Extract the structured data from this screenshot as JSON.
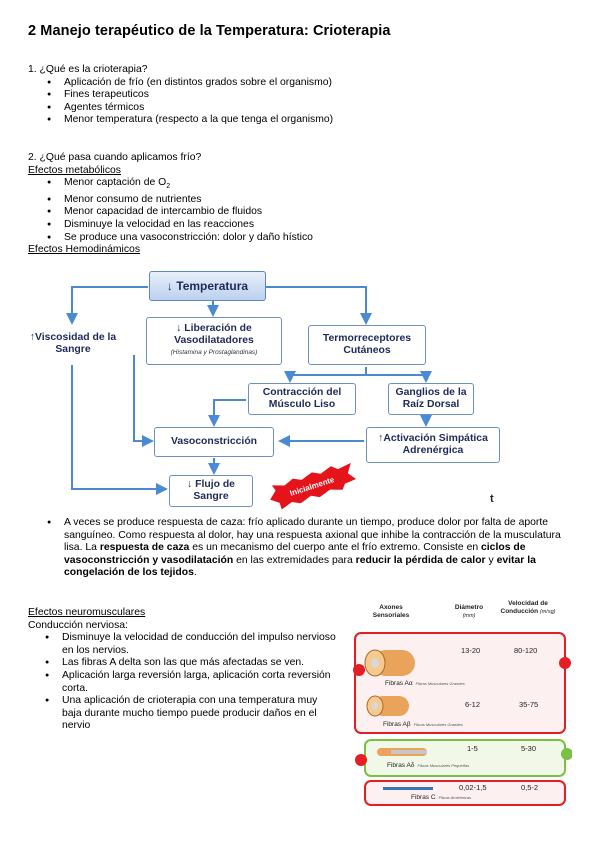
{
  "title": "2 Manejo terapéutico de la Temperatura: Crioterapia",
  "q1": {
    "question": "1. ¿Qué es la crioterapia?",
    "bullets": [
      "Aplicación de frío (en distintos grados sobre el organismo)",
      "Fines terapeuticos",
      "Agentes térmicos",
      "Menor temperatura (respecto a la que tenga el organismo)"
    ]
  },
  "q2": {
    "question": "2. ¿Qué pasa cuando aplicamos frío?",
    "metab_heading": "Efectos metabólicos",
    "metab_o2_prefix": "Menor captación de O",
    "metab_o2_sub": "2",
    "metab_bullets": [
      "Menor consumo de nutrientes",
      "Menor capacidad de intercambio de fluidos",
      "Disminuye la velocidad en las reacciones",
      "Se produce una vasoconstricción: dolor y daño hístico"
    ],
    "hemo_heading": "Efectos Hemodinámicos"
  },
  "diagram": {
    "temperatura": "↓ Temperatura",
    "viscosidad": "↑Viscosidad de la Sangre",
    "liberacion": "↓ Liberación de Vasodilatadores",
    "liberacion_sub": "(Histamina y Prostaglandinas)",
    "termorreceptores": "Termorreceptores Cutáneos",
    "contraccion": "Contracción del Músculo Liso",
    "ganglios": "Ganglios de la Raíz Dorsal",
    "vasoconstriccion": "Vasoconstricción",
    "activacion": "↑Activación Simpática Adrenérgica",
    "flujo": "↓ Flujo de Sangre",
    "stamp": "Inicialmente",
    "mark": "t"
  },
  "margin_fragment": "micos",
  "caza": {
    "text1": "A veces se produce respuesta de caza: frío aplicado durante un tiempo, produce dolor por falta de aporte sanguíneo. Como respuesta al dolor, hay una respuesta axional que inhibe la contracción de la musculatura lisa. La ",
    "bold1": "respuesta de caza",
    "text2": " es un mecanismo del cuerpo ante el frío extremo. Consiste en ",
    "bold2": "ciclos de vasoconstricción y vasodilatación",
    "text3": " en las extremidades para ",
    "bold3": "reducir la pérdida de calor",
    "text4": " y ",
    "bold4": "evitar la congelación de los tejidos",
    "text5": "."
  },
  "neuro": {
    "heading": "Efectos neuromusculares",
    "sub": "Conducción nerviosa:",
    "bullets": [
      "Disminuye la velocidad de conducción del impulso nervioso en los nervios.",
      "Las fibras A delta son las que más afectadas se ven.",
      "Aplicación larga reversión larga, aplicación corta reversión corta.",
      "Una aplicación de crioterapia con una temperatura muy baja durante mucho tiempo puede producir daños en el nervio"
    ]
  },
  "nerve_table": {
    "col_axones": "Axones Sensoriales",
    "col_diametro": "Diámetro",
    "col_diametro_unit": "(mm)",
    "col_velocidad": "Velocidad de Conducción",
    "col_velocidad_unit": "(m/sg)",
    "rows": [
      {
        "fiber": "Fibras Aα",
        "note": "Fibras Musculares Grandes",
        "diam": "13-20",
        "vel": "80-120"
      },
      {
        "fiber": "Fibras Aβ",
        "note": "Fibras Musculares Grandes",
        "diam": "6-12",
        "vel": "35-75"
      },
      {
        "fiber": "Fibras Aδ",
        "note": "Fibras Musculares Pequeñas",
        "diam": "1-5",
        "vel": "5-30"
      },
      {
        "fiber": "Fibras C",
        "note": "Fibras Amielínicas",
        "diam": "0,02-1,5",
        "vel": "0,5-2"
      }
    ]
  },
  "colors": {
    "box_border": "#6c8fc4",
    "arrow": "#4a8ad0",
    "text_dark_blue": "#1f2a5a",
    "stamp_red": "#e5141b",
    "red_group": "#e31e24",
    "green_group": "#7ac143"
  }
}
